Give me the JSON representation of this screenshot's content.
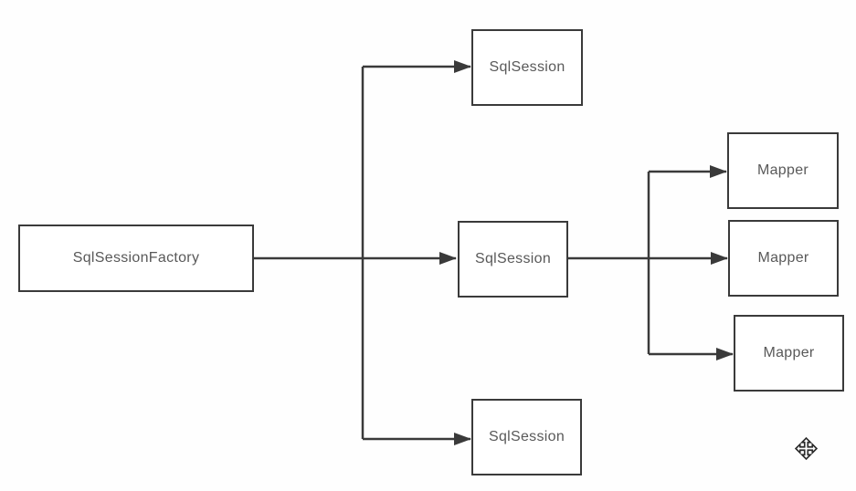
{
  "diagram": {
    "background_color": "#fefefe",
    "line_color": "#3a3a3a",
    "box_border_color": "#3a3a3a",
    "box_fill_color": "#ffffff",
    "text_color": "#595959",
    "nodes": [
      {
        "id": "factory",
        "label": "SqlSessionFactory"
      },
      {
        "id": "session-top",
        "label": "SqlSession"
      },
      {
        "id": "session-middle",
        "label": "SqlSession"
      },
      {
        "id": "session-bottom",
        "label": "SqlSession"
      },
      {
        "id": "mapper-1",
        "label": "Mapper"
      },
      {
        "id": "mapper-2",
        "label": "Mapper"
      },
      {
        "id": "mapper-3",
        "label": "Mapper"
      }
    ],
    "edges": [
      {
        "from": "factory",
        "to": "session-top"
      },
      {
        "from": "factory",
        "to": "session-middle"
      },
      {
        "from": "factory",
        "to": "session-bottom"
      },
      {
        "from": "session-middle",
        "to": "mapper-1"
      },
      {
        "from": "session-middle",
        "to": "mapper-2"
      },
      {
        "from": "session-middle",
        "to": "mapper-3"
      }
    ],
    "cursor": {
      "icon": "move-cursor"
    }
  }
}
